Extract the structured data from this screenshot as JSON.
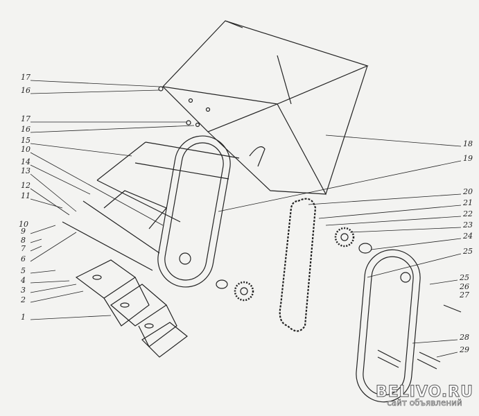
{
  "labels_left": [
    "17",
    "16",
    "17",
    "16",
    "15",
    "10",
    "14",
    "13",
    "12",
    "11",
    "10",
    "9",
    "8",
    "7",
    "6",
    "5",
    "4",
    "3",
    "2",
    "1"
  ],
  "labels_right": [
    "18",
    "19",
    "20",
    "21",
    "22",
    "23",
    "24",
    "25",
    "25",
    "26",
    "27",
    "28",
    "29"
  ],
  "watermark": {
    "title": "BELIVO.RU",
    "subtitle": "сайт объявлений"
  }
}
